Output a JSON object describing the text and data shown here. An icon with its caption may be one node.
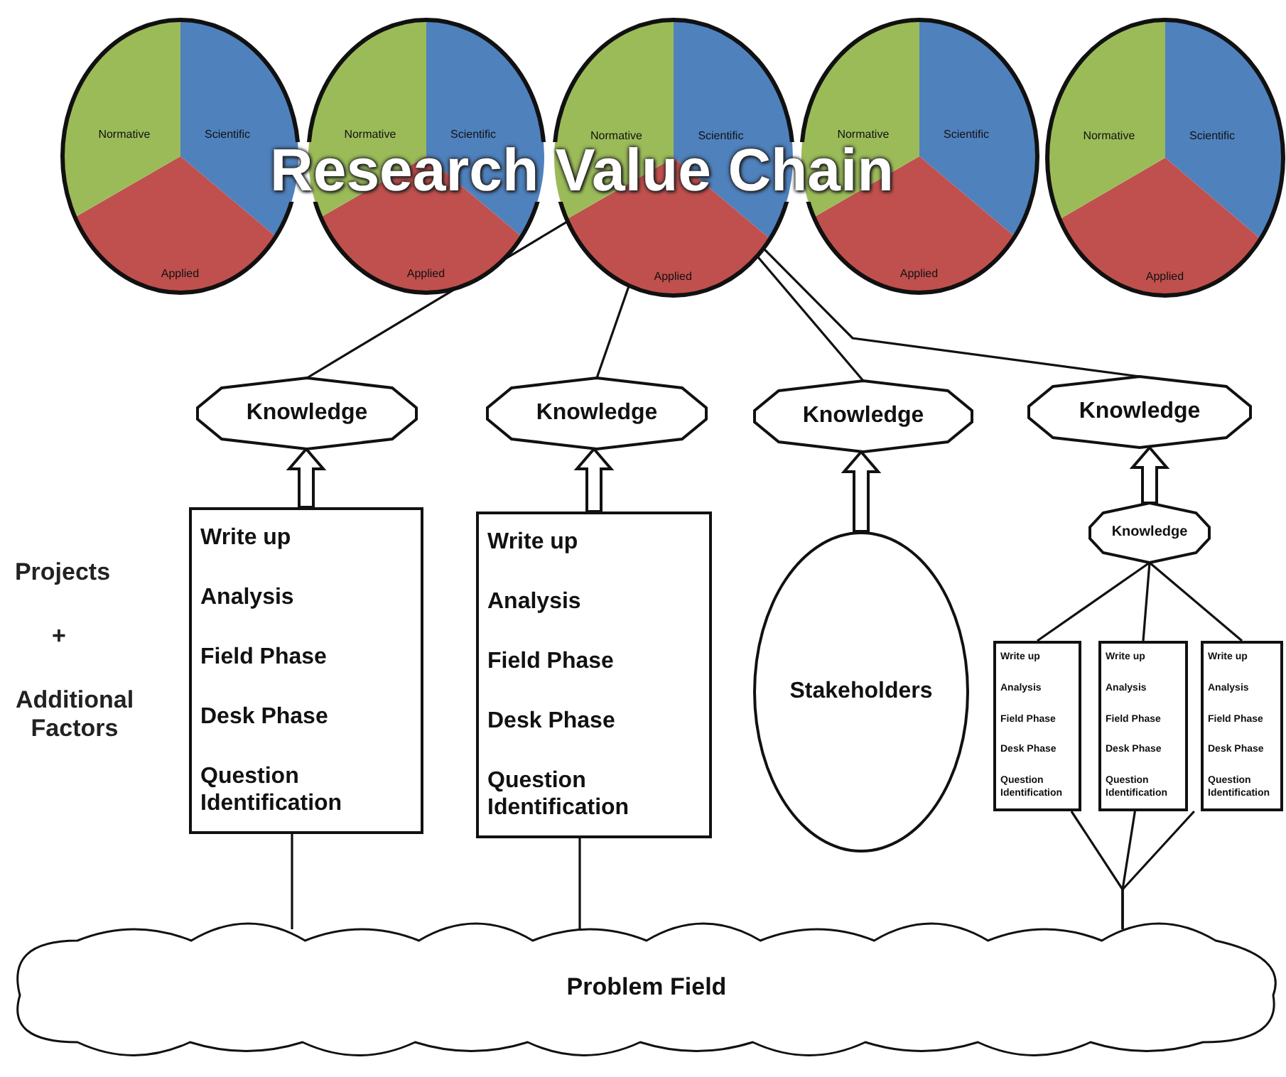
{
  "diagram": {
    "title": "Research Value Chain",
    "nodes": [
      {
        "text": [
          "Normative",
          "Scientific",
          "Applied"
        ]
      },
      {
        "text": [
          "Normative",
          "Scientific",
          "Applied"
        ]
      },
      {
        "text": [
          "Normative",
          "Scientific",
          "Applied"
        ]
      },
      {
        "text": [
          "Normative",
          "Scientific",
          "Applied"
        ]
      },
      {
        "text": [
          "Normative",
          "Scientific",
          "Applied"
        ]
      },
      {
        "text": [
          "Knowledge"
        ]
      },
      {
        "text": [
          "Knowledge"
        ]
      },
      {
        "text": [
          "Knowledge"
        ]
      },
      {
        "text": [
          "Knowledge"
        ]
      },
      {
        "text": [
          "Write up",
          "Analysis",
          "Field Phase",
          "Desk Phase",
          "Question Identification"
        ]
      },
      {
        "text": [
          "Write up",
          "Analysis",
          "Field Phase",
          "Desk Phase",
          "Question Identification"
        ]
      },
      {
        "text": [
          "Stakeholders"
        ]
      },
      {
        "text": [
          "Knowledge"
        ]
      },
      {
        "text": [
          "Write up",
          "Analysis",
          "Field Phase",
          "Desk Phase",
          "Question Identification"
        ]
      },
      {
        "text": [
          "Write up",
          "Analysis",
          "Field Phase",
          "Desk Phase",
          "Question Identification"
        ]
      },
      {
        "text": [
          "Write up",
          "Analysis",
          "Field Phase",
          "Desk Phase",
          "Question Identification"
        ]
      },
      {
        "text": [
          "Problem Field"
        ]
      }
    ],
    "edges": [
      {
        "from": 2,
        "to": 5,
        "arrow": "none"
      },
      {
        "from": 2,
        "to": 6,
        "arrow": "none"
      },
      {
        "from": 2,
        "to": 7,
        "arrow": "none"
      },
      {
        "from": 2,
        "to": 8,
        "arrow": "none"
      },
      {
        "from": 9,
        "to": 5,
        "arrow": "to",
        "style": "thick"
      },
      {
        "from": 10,
        "to": 6,
        "arrow": "to",
        "style": "thick"
      },
      {
        "from": 11,
        "to": 7,
        "arrow": "to",
        "style": "thick"
      },
      {
        "from": 12,
        "to": 8,
        "arrow": "to",
        "style": "thick"
      },
      {
        "from": 12,
        "to": 13,
        "arrow": "none"
      },
      {
        "from": 12,
        "to": 14,
        "arrow": "none"
      },
      {
        "from": 12,
        "to": 15,
        "arrow": "none"
      },
      {
        "from": 9,
        "to": 16,
        "arrow": "none"
      },
      {
        "from": 10,
        "to": 16,
        "arrow": "none"
      },
      {
        "from": 13,
        "to": 16,
        "arrow": "none"
      },
      {
        "from": 14,
        "to": 16,
        "arrow": "none"
      },
      {
        "from": 15,
        "to": 16,
        "arrow": "none"
      }
    ],
    "labels": [
      "Projects",
      "+",
      "Additional Factors"
    ]
  }
}
